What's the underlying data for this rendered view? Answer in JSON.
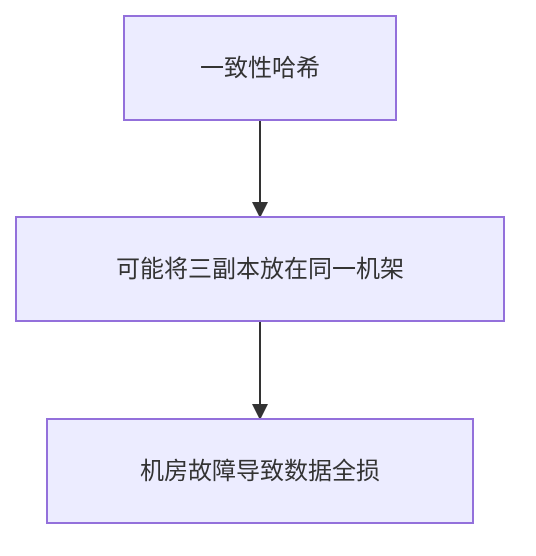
{
  "diagram": {
    "type": "flowchart",
    "direction": "top-down",
    "nodes": [
      {
        "id": "n1",
        "label": "一致性哈希"
      },
      {
        "id": "n2",
        "label": "可能将三副本放在同一机架"
      },
      {
        "id": "n3",
        "label": "机房故障导致数据全损"
      }
    ],
    "edges": [
      {
        "from": "n1",
        "to": "n2"
      },
      {
        "from": "n2",
        "to": "n3"
      }
    ],
    "colors": {
      "node_fill": "#ECECFF",
      "node_border": "#9370DB",
      "text": "#333333",
      "edge": "#333333",
      "background": "#FFFFFF"
    }
  }
}
